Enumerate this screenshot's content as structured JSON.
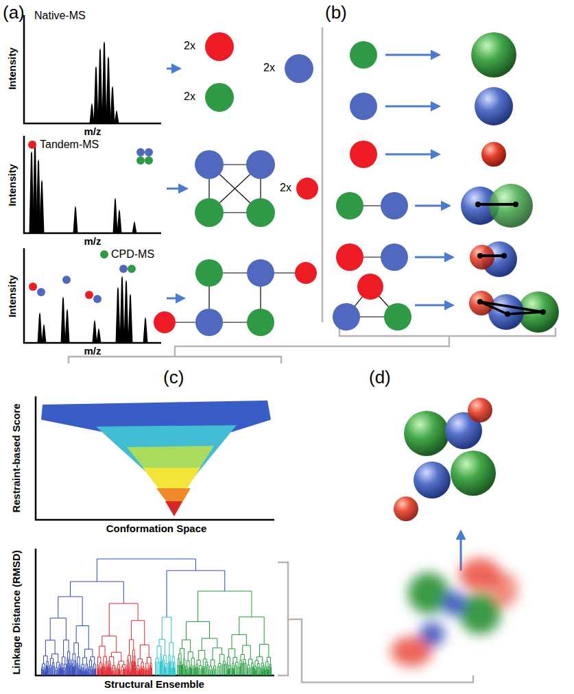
{
  "diagram": {
    "labels": [
      "(a)",
      "(b)",
      "Native-MS",
      "Intensity",
      "m/z",
      "2x",
      "2x",
      "2x",
      "Intensity",
      "Tandem-MS",
      "m/z",
      "2x",
      "Intensity",
      "CPD-MS",
      "m/z",
      "(c)",
      "(d)",
      "Restraint-based Score",
      "Conformation Space",
      "Linkage Distance (RMSD)",
      "Structural Ensemble"
    ]
  }
}
